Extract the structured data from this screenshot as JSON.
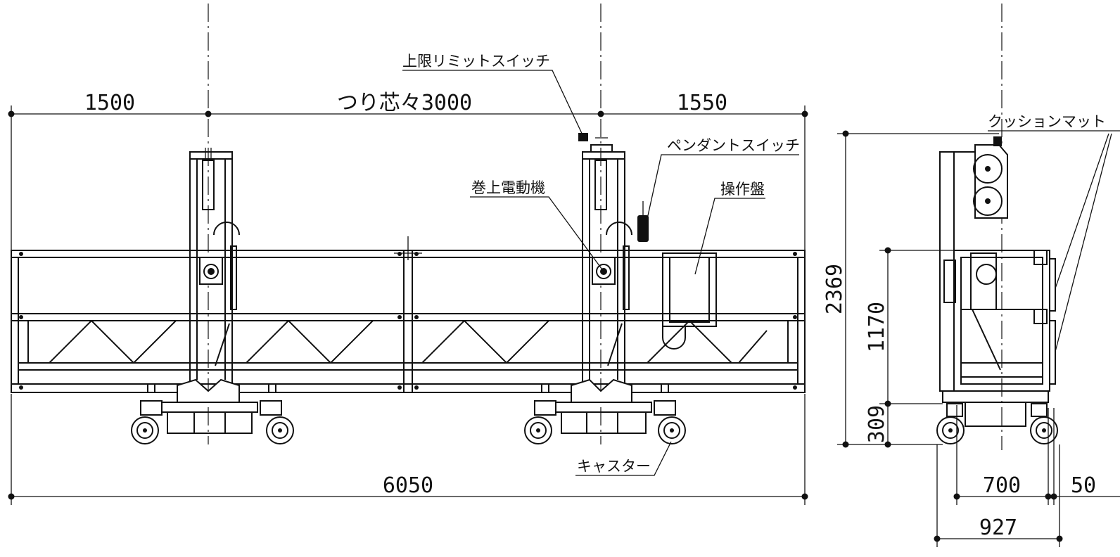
{
  "dimensions": {
    "left_overhang": "1500",
    "center_span": "つり芯々3000",
    "right_overhang": "1550",
    "overall_length": "6050",
    "height_total": "2369",
    "height_rail": "1170",
    "height_base": "309",
    "depth_inner": "700",
    "cushion": "50",
    "depth_total": "927"
  },
  "labels": {
    "upper_limit_switch": "上限リミットスイッチ",
    "pendant_switch": "ペンダントスイッチ",
    "hoist_motor": "巻上電動機",
    "control_panel": "操作盤",
    "caster": "キャスター",
    "cushion_mat": "クッションマット"
  }
}
